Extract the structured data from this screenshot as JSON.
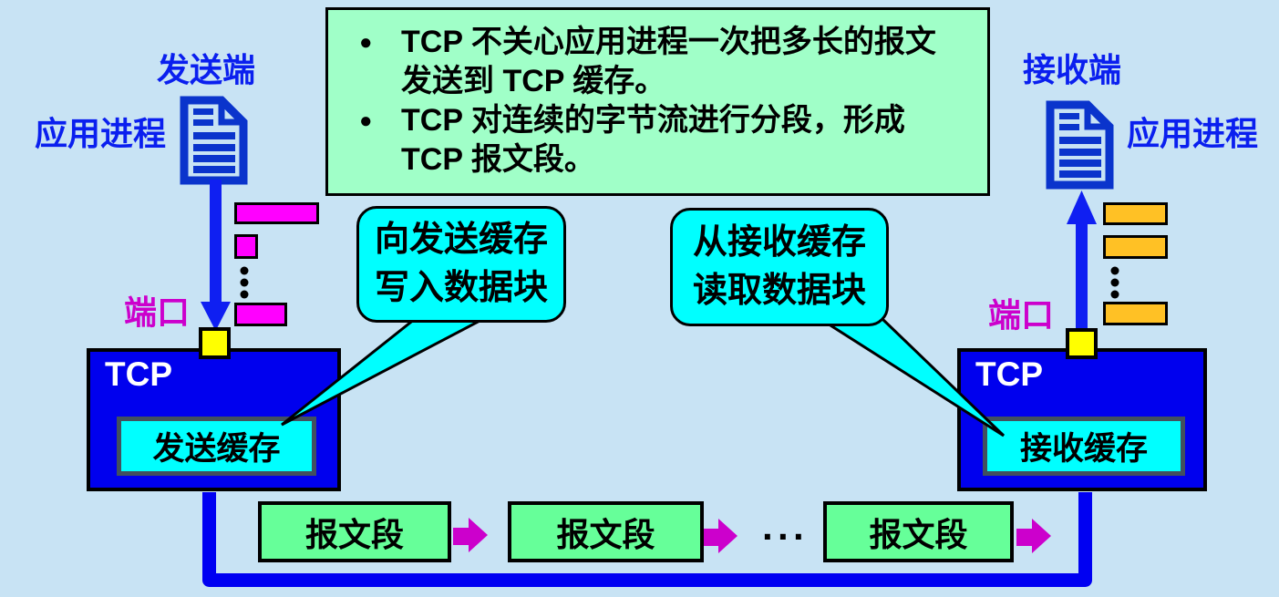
{
  "note": {
    "bullet_glyph": "●",
    "bullets": [
      "TCP 不关心应用进程一次把多长的报文发送到 TCP 缓存。",
      "TCP 对连续的字节流进行分段，形成 TCP 报文段。"
    ]
  },
  "sender": {
    "endpoint_label": "发送端",
    "app_process_label": "应用进程",
    "port_label": "端口",
    "tcp_label": "TCP",
    "buffer_label": "发送缓存",
    "callout_line1": "向发送缓存",
    "callout_line2": "写入数据块"
  },
  "receiver": {
    "endpoint_label": "接收端",
    "app_process_label": "应用进程",
    "port_label": "端口",
    "tcp_label": "TCP",
    "buffer_label": "接收缓存",
    "callout_line1": "从接收缓存",
    "callout_line2": "读取数据块"
  },
  "transmission": {
    "segments": [
      "报文段",
      "报文段",
      "报文段"
    ],
    "ellipsis": "···"
  },
  "icons": {
    "document": "document-icon",
    "arrow_down": "▼",
    "arrow_up": "▲",
    "arrow_right": "➜",
    "vertical_ellipsis": "⋮"
  },
  "colors": {
    "background": "#C8E3F4",
    "note_green": "#A0FFC8",
    "segment_green": "#66FF99",
    "tcp_box_blue": "#0000EE",
    "pipe_blue": "#0000F2",
    "icon_blue": "#0A34CC",
    "label_blue": "#0A1FEF",
    "block_magenta": "#FF00FF",
    "arrow_magenta": "#CC00CC",
    "port_yellow": "#FFFF00",
    "callout_cyan": "#00FFFF",
    "buffer_border_gray": "#42505E"
  }
}
